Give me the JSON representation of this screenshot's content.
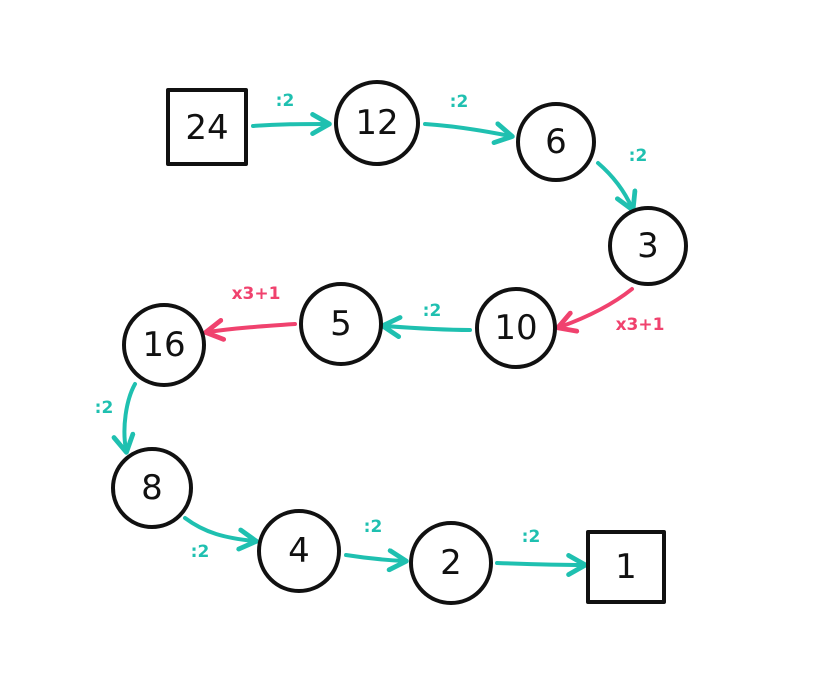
{
  "colors": {
    "divide": "#1fc0b0",
    "multiply": "#f0426e",
    "node_stroke": "#111111"
  },
  "nodes": [
    {
      "id": "n24",
      "label": "24",
      "shape": "square"
    },
    {
      "id": "n12",
      "label": "12",
      "shape": "circle"
    },
    {
      "id": "n6",
      "label": "6",
      "shape": "circle"
    },
    {
      "id": "n3",
      "label": "3",
      "shape": "circle"
    },
    {
      "id": "n10",
      "label": "10",
      "shape": "circle"
    },
    {
      "id": "n5",
      "label": "5",
      "shape": "circle"
    },
    {
      "id": "n16",
      "label": "16",
      "shape": "circle"
    },
    {
      "id": "n8",
      "label": "8",
      "shape": "circle"
    },
    {
      "id": "n4",
      "label": "4",
      "shape": "circle"
    },
    {
      "id": "n2",
      "label": "2",
      "shape": "circle"
    },
    {
      "id": "n1",
      "label": "1",
      "shape": "square"
    }
  ],
  "edges": [
    {
      "from": "n24",
      "to": "n12",
      "label": ":2",
      "kind": "divide"
    },
    {
      "from": "n12",
      "to": "n6",
      "label": ":2",
      "kind": "divide"
    },
    {
      "from": "n6",
      "to": "n3",
      "label": ":2",
      "kind": "divide"
    },
    {
      "from": "n3",
      "to": "n10",
      "label": "x3+1",
      "kind": "multiply"
    },
    {
      "from": "n10",
      "to": "n5",
      "label": ":2",
      "kind": "divide"
    },
    {
      "from": "n5",
      "to": "n16",
      "label": "x3+1",
      "kind": "multiply"
    },
    {
      "from": "n16",
      "to": "n8",
      "label": ":2",
      "kind": "divide"
    },
    {
      "from": "n8",
      "to": "n4",
      "label": ":2",
      "kind": "divide"
    },
    {
      "from": "n4",
      "to": "n2",
      "label": ":2",
      "kind": "divide"
    },
    {
      "from": "n2",
      "to": "n1",
      "label": ":2",
      "kind": "divide"
    }
  ]
}
